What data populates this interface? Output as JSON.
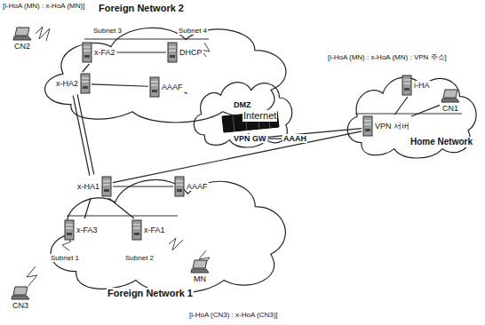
{
  "diagram": {
    "nodes": [
      {
        "text": [
          "Foreign Network 2"
        ]
      },
      {
        "text": [
          "CN2"
        ]
      },
      {
        "text": [
          "x-FA2"
        ],
        "in": 0
      },
      {
        "text": [
          "DHCP"
        ],
        "in": 0
      },
      {
        "text": [
          "x-HA2"
        ],
        "in": 0
      },
      {
        "text": [
          "AAAF"
        ],
        "in": 0
      },
      {
        "text": [
          "Internet"
        ]
      },
      {
        "text": [
          "VPN GW"
        ]
      },
      {
        "text": [
          "AAAH"
        ]
      },
      {
        "text": [
          "Home Network"
        ]
      },
      {
        "text": [
          "i-HA"
        ],
        "in": 9
      },
      {
        "text": [
          "CN1"
        ],
        "in": 9
      },
      {
        "text": [
          "VPN 서버"
        ],
        "in": 9
      },
      {
        "text": [
          "Foreign Network 1"
        ]
      },
      {
        "text": [
          "x-HA1"
        ],
        "in": 13
      },
      {
        "text": [
          "AAAF"
        ],
        "in": 13
      },
      {
        "text": [
          "x-FA3"
        ],
        "in": 13
      },
      {
        "text": [
          "x-FA1"
        ],
        "in": 13
      },
      {
        "text": [
          "MN"
        ],
        "in": 13
      },
      {
        "text": [
          "CN3"
        ]
      }
    ],
    "edges": [
      {
        "from": 2,
        "to": 4,
        "arrow": "none"
      },
      {
        "from": 2,
        "to": 3,
        "arrow": "none"
      },
      {
        "from": 4,
        "to": 14,
        "arrow": "none"
      },
      {
        "from": 4,
        "to": 5,
        "arrow": "none"
      },
      {
        "from": 5,
        "to": 6,
        "arrow": "none"
      },
      {
        "from": 6,
        "to": 7,
        "arrow": "none"
      },
      {
        "from": 7,
        "to": 12,
        "arrow": "none"
      },
      {
        "from": 8,
        "to": 7,
        "arrow": "none"
      },
      {
        "from": 14,
        "to": 12,
        "arrow": "none"
      },
      {
        "from": 14,
        "to": 15,
        "arrow": "none"
      },
      {
        "from": 14,
        "to": 16,
        "arrow": "none"
      },
      {
        "from": 14,
        "to": 17,
        "arrow": "none"
      },
      {
        "from": 12,
        "to": 10,
        "arrow": "none"
      },
      {
        "from": 12,
        "to": 11,
        "arrow": "none"
      }
    ],
    "labels": [
      "[i-HoA (MN) : x-HoA (MN)]",
      "Subnet 3",
      "Subnet 4",
      "DMZ",
      "[i-HoA (MN) : x-HoA (MN) : VPN 주소]",
      "Subnet 1",
      "Subnet 2",
      "[i-HoA (CN3) : x-HoA (CN3)]"
    ]
  }
}
